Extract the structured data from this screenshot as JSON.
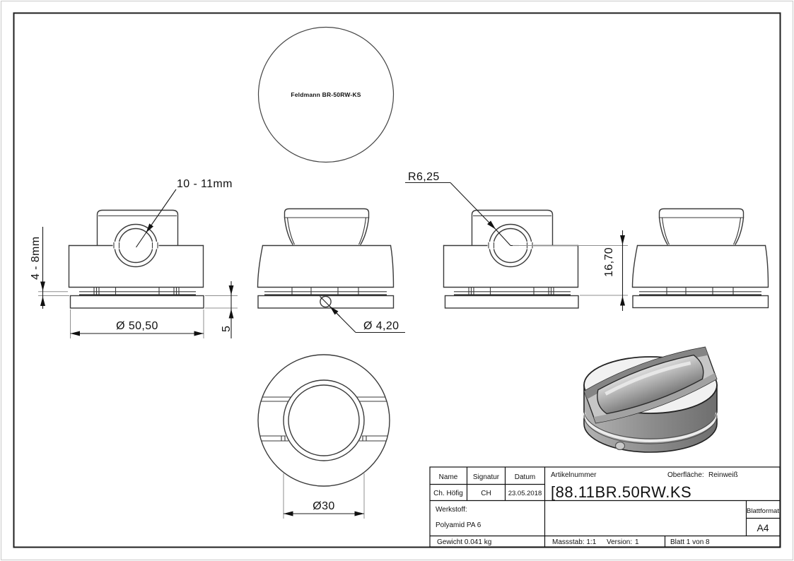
{
  "drawing": {
    "stamp_text": "Feldmann BR-50RW-KS",
    "dims": {
      "bore_range": "10 - 11mm",
      "saddle_radius": "R6,25",
      "gap_range": "4 - 8mm",
      "outer_diameter": "Ø 50,50",
      "base_height": "5",
      "hole_diameter": "Ø 4,20",
      "center_height": "16,70",
      "bore_diameter": "Ø30"
    }
  },
  "title_block": {
    "name_label": "Name",
    "signature_label": "Signatur",
    "date_label": "Datum",
    "name_value": "Ch. Höfig",
    "signature_value": "CH",
    "date_value": "23.05.2018",
    "article_label": "Artikelnummer",
    "article_value": "[88.11BR.50RW.KS",
    "surface_label": "Oberfläche:",
    "surface_value": "Reinweiß",
    "material_label": "Werkstoff:",
    "material_value": "Polyamid PA 6",
    "weight": "Gewicht 0.041 kg",
    "scale": "Massstab: 1:1",
    "version_label": "Version:",
    "version_value": "1",
    "sheet": "Blatt 1 von 8",
    "format_label": "Blattformat",
    "format_value": "A4"
  },
  "colors": {
    "line": "#3a3a3a",
    "dim": "#1c1c1c",
    "extension": "#8f8f8f",
    "iso_body": "#969696",
    "iso_top": "#f1f1f1"
  }
}
